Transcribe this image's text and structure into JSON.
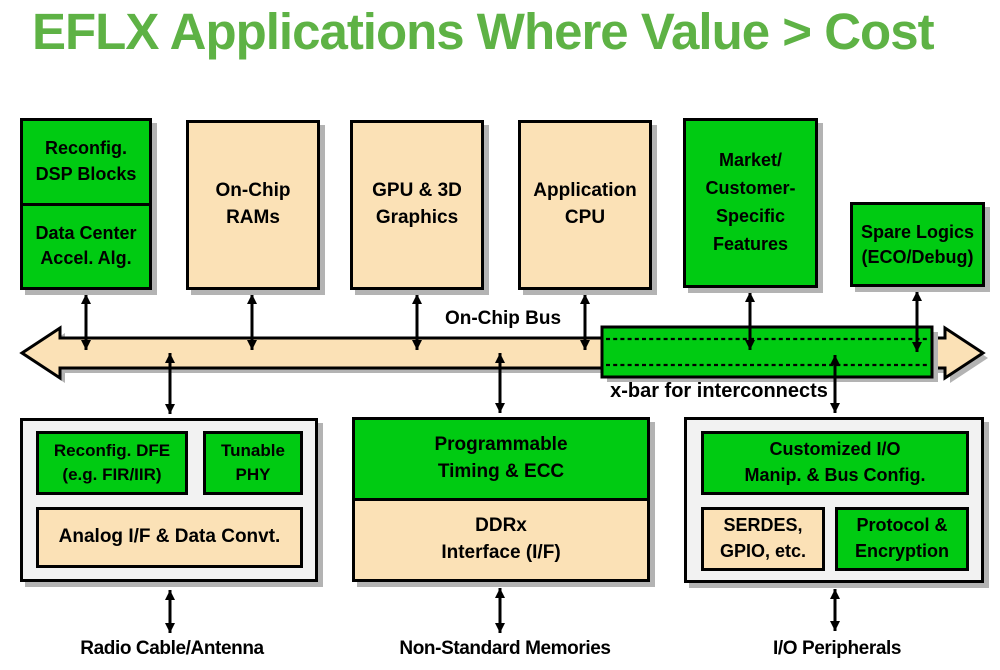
{
  "title": {
    "text": "EFLX Applications Where Value > Cost",
    "color": "#5EB245"
  },
  "palette": {
    "block_green": "#00CB12",
    "block_tan": "#FBE1B6",
    "container_gray": "#F2F2F2",
    "outline": "#000000",
    "shadow": "#B3B3B3",
    "title_green": "#5EB245"
  },
  "top_row": {
    "dsp_top": "Reconfig.\nDSP Blocks",
    "dsp_bottom": "Data Center\nAccel. Alg.",
    "rams": "On-Chip\nRAMs",
    "gpu": "GPU & 3D\nGraphics",
    "cpu": "Application\nCPU",
    "market": "Market/\nCustomer-\nSpecific\nFeatures",
    "spare": "Spare Logics\n(ECO/Debug)"
  },
  "bus": {
    "label": "On-Chip Bus",
    "xbar_label": "x-bar for interconnects"
  },
  "bottom_row": {
    "left": {
      "dfe": "Reconfig. DFE\n(e.g. FIR/IIR)",
      "phy": "Tunable\nPHY",
      "analog": "Analog I/F & Data Convt.",
      "caption": "Radio Cable/Antenna"
    },
    "middle": {
      "timing": "Programmable\nTiming & ECC",
      "ddrx": "DDRx\nInterface (I/F)",
      "caption": "Non-Standard Memories"
    },
    "right": {
      "custom_io": "Customized I/O\nManip. & Bus Config.",
      "serdes": "SERDES,\nGPIO, etc.",
      "protocol": "Protocol &\nEncryption",
      "caption": "I/O Peripherals"
    }
  }
}
